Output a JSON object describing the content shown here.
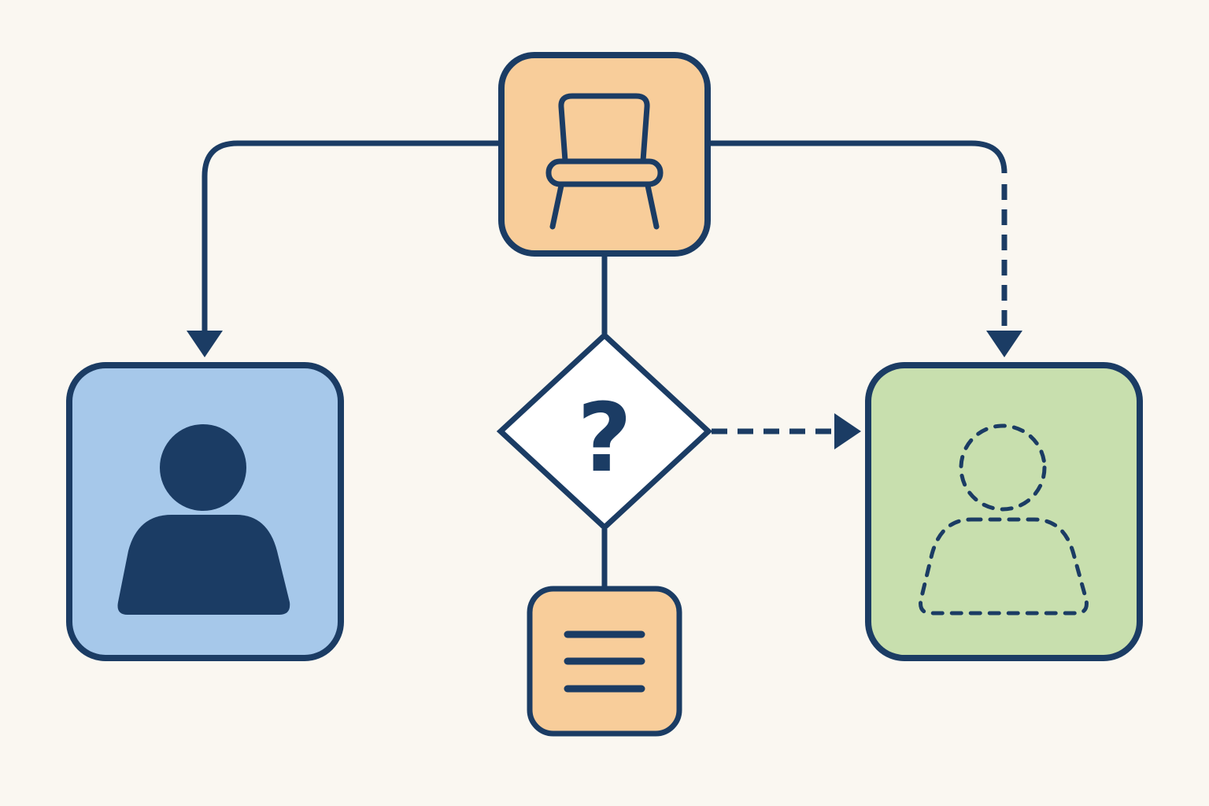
{
  "colors": {
    "background": "#FAF7F1",
    "stroke": "#1B3C64",
    "orange_fill": "#F8CD9A",
    "blue_fill": "#A6C8EA",
    "green_fill": "#C8DFAE",
    "diamond_fill": "#FFFFFF",
    "icon_dark": "#1B3C64"
  },
  "nodes": [
    {
      "id": "chair-node",
      "shape": "rounded-square",
      "fill": "orange",
      "icon": "chair-icon"
    },
    {
      "id": "decision-node",
      "shape": "diamond",
      "fill": "white",
      "icon": "question-mark-icon",
      "glyph": "?"
    },
    {
      "id": "notes-node",
      "shape": "rounded-square",
      "fill": "orange",
      "icon": "list-icon"
    },
    {
      "id": "person-node",
      "shape": "rounded-square",
      "fill": "blue",
      "icon": "person-icon"
    },
    {
      "id": "placeholder-person-node",
      "shape": "rounded-square",
      "fill": "green",
      "icon": "dashed-person-icon"
    }
  ],
  "edges": [
    {
      "id": "chair-to-person",
      "from": "chair-node",
      "to": "person-node",
      "style": "solid",
      "arrow": true
    },
    {
      "id": "chair-to-placeholder",
      "from": "chair-node",
      "to": "placeholder-person-node",
      "style": "dashed",
      "arrow": true
    },
    {
      "id": "chair-to-decision",
      "from": "chair-node",
      "to": "decision-node",
      "style": "solid",
      "arrow": false
    },
    {
      "id": "decision-to-notes",
      "from": "decision-node",
      "to": "notes-node",
      "style": "solid",
      "arrow": false
    },
    {
      "id": "decision-to-placeholder",
      "from": "decision-node",
      "to": "placeholder-person-node",
      "style": "dashed",
      "arrow": true
    }
  ]
}
